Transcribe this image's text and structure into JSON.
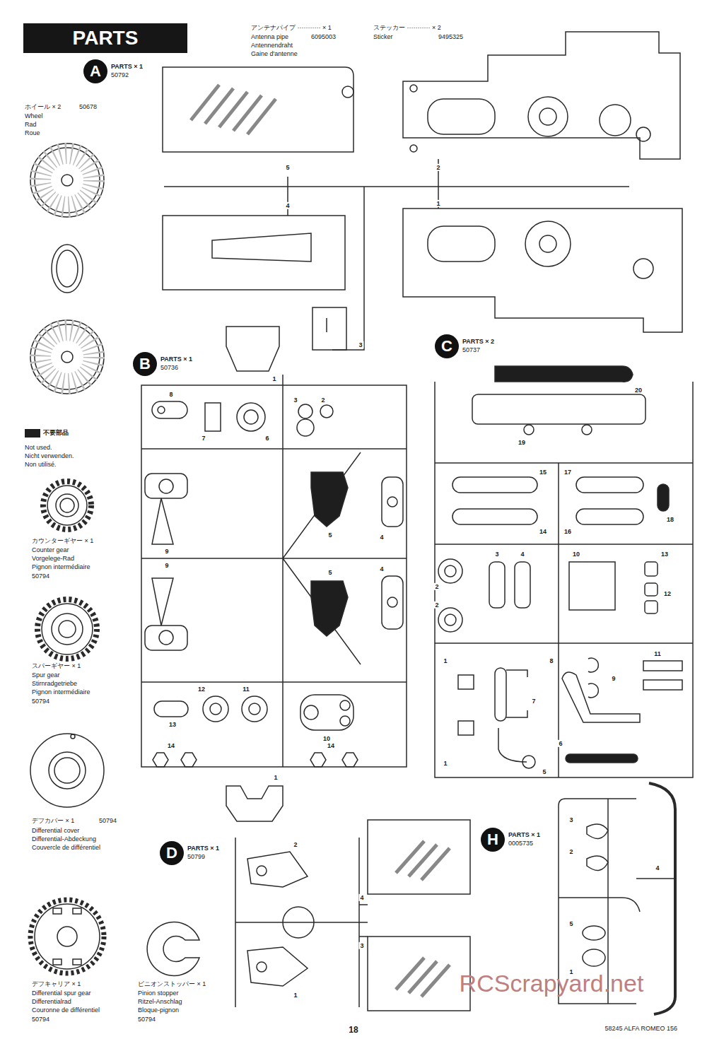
{
  "diagram": {
    "title": "PARTS",
    "nodes": [
      {
        "text": [
          "A",
          "PARTS × 1",
          "50792"
        ]
      },
      {
        "text": [
          "B",
          "PARTS × 1",
          "50736"
        ]
      },
      {
        "text": [
          "C",
          "PARTS × 2",
          "50737"
        ]
      },
      {
        "text": [
          "D",
          "PARTS × 1",
          "50799"
        ]
      },
      {
        "text": [
          "H",
          "PARTS × 1",
          "0005735"
        ]
      }
    ],
    "labels": [
      "アンテナパイプ ··········· × 1",
      "Antenna pipe",
      "6095003",
      "Antennendraht",
      "Gaine d'antenne",
      "ステッカー ··········· × 2",
      "Sticker",
      "9495325",
      "ホイール × 2",
      "50678",
      "Wheel",
      "Rad",
      "Roue",
      "Not used.",
      "Nicht verwenden.",
      "Non utilisé.",
      "カウンターギヤー × 1",
      "Counter gear",
      "Vorgelege-Rad",
      "Pignon intermédiaire",
      "50794",
      "スパーギヤー × 1",
      "Spur gear",
      "Stirnradgetriebe",
      "Pignon intermédiaire",
      "50794",
      "デフカバー × 1",
      "50794",
      "Differential cover",
      "Differential-Abdeckung",
      "Couvercle de différentiel",
      "デフキャリア × 1",
      "Differential spur gear",
      "Differentialrad",
      "Couronne de différentiel",
      "50794",
      "ピニオンストッパー × 1",
      "Pinion stopper",
      "Ritzel-Anschlag",
      "Bloque-pignon",
      "50794",
      "18",
      "58245 ALFA ROMEO 156",
      "RCScrapyard.net",
      "5",
      "2",
      "4",
      "1",
      "3",
      "1",
      "8",
      "7",
      "6",
      "3",
      "2",
      "9",
      "5",
      "4",
      "9",
      "5",
      "4",
      "12",
      "11",
      "13",
      "10",
      "14",
      "14",
      "1",
      "20",
      "19",
      "15",
      "17",
      "14",
      "16",
      "18",
      "3",
      "4",
      "10",
      "13",
      "2",
      "2",
      "12",
      "1",
      "7",
      "8",
      "9",
      "11",
      "1",
      "5",
      "6",
      "2",
      "4",
      "3",
      "1",
      "3",
      "2",
      "4",
      "5",
      "1"
    ],
    "legend": [
      {
        "text": "不要部品",
        "color": "#1e1e1e"
      }
    ]
  }
}
